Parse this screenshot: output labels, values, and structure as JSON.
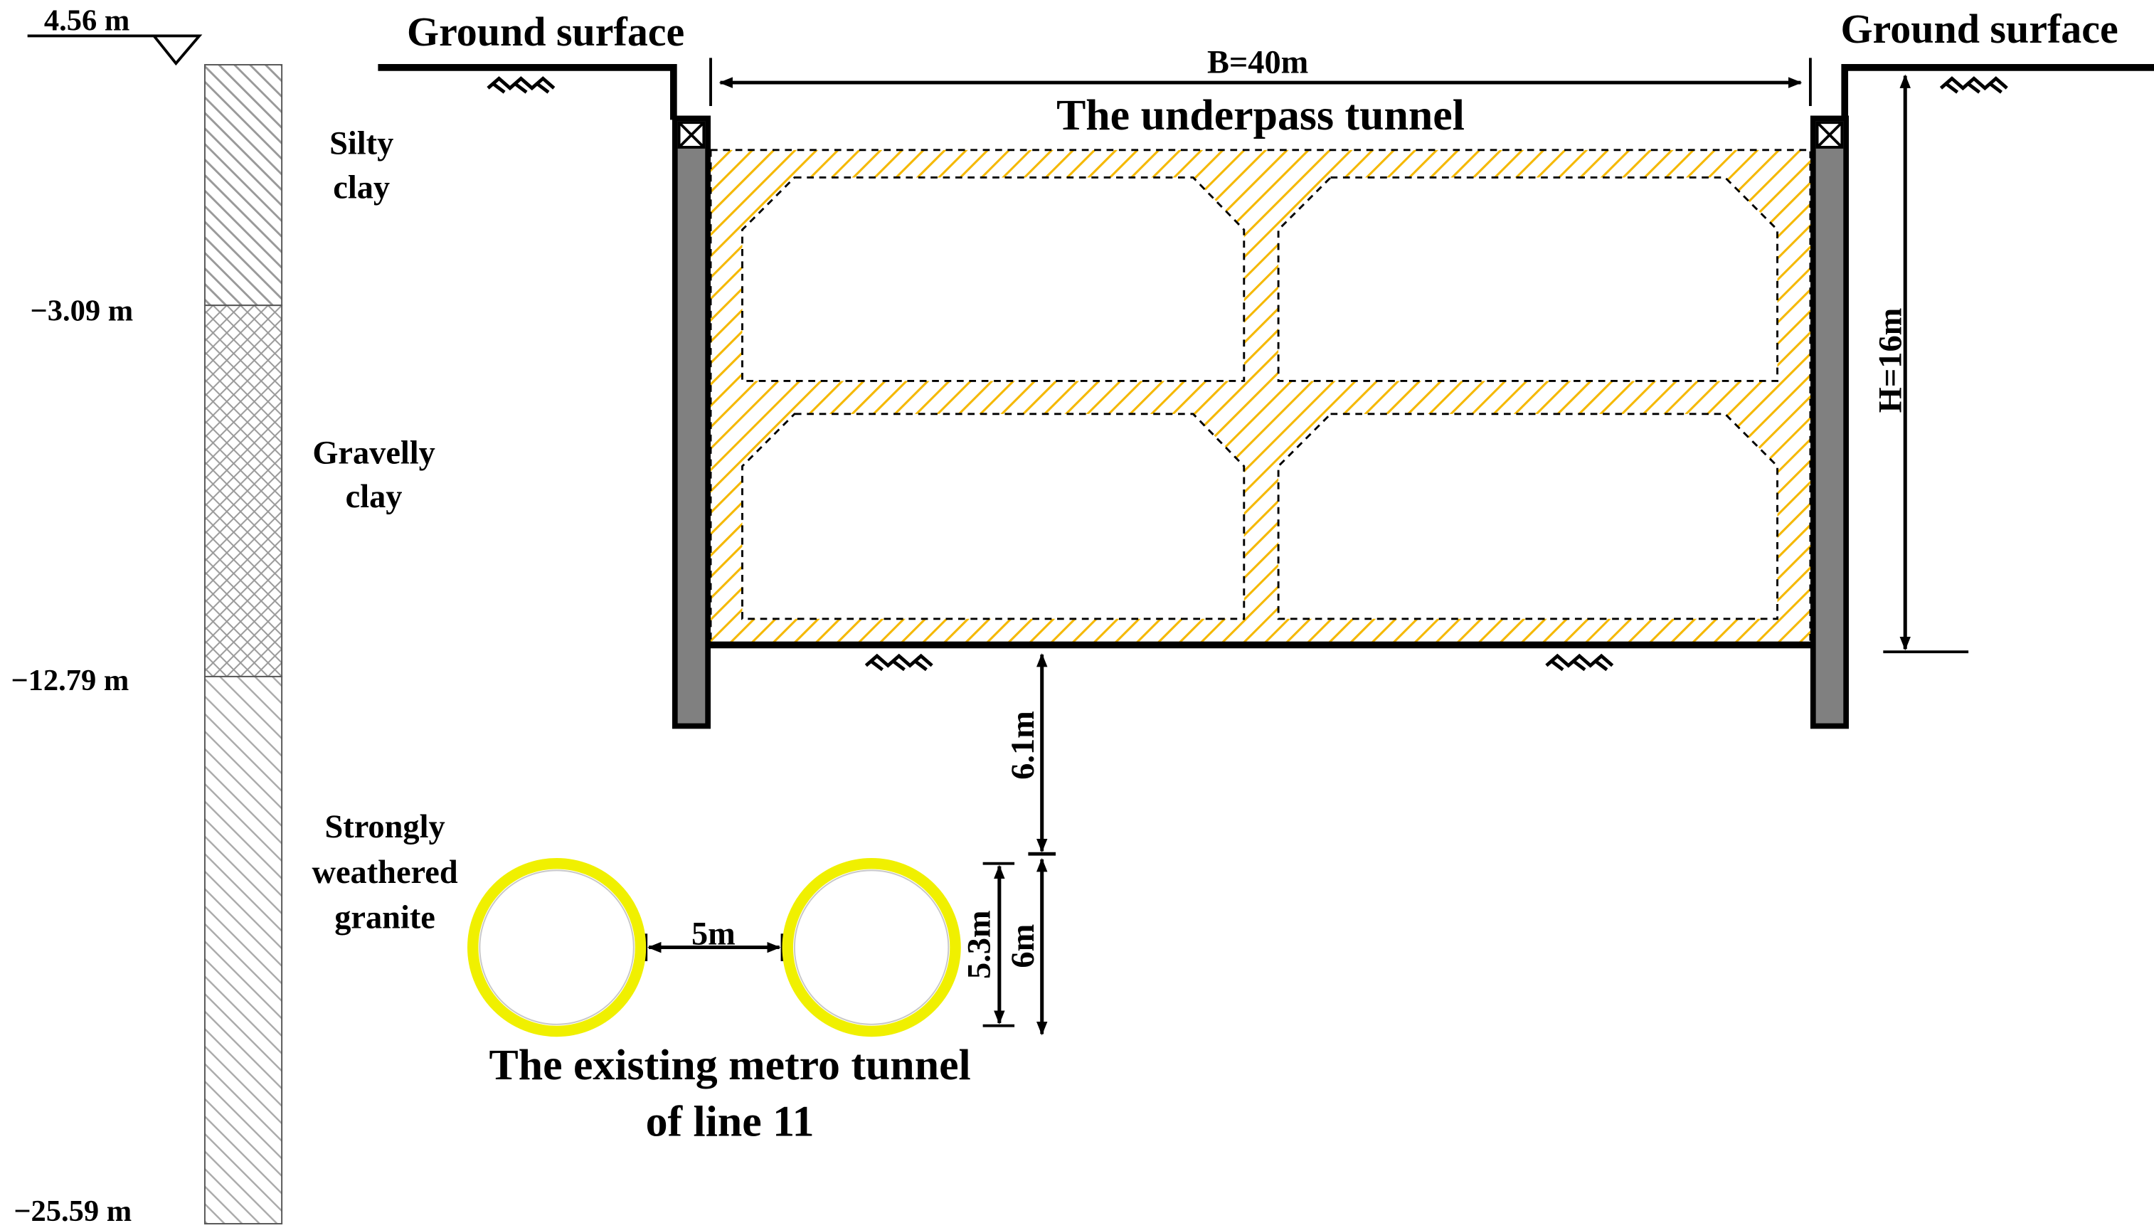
{
  "soil_profile": {
    "top_elevation": "4.56 m",
    "layers": [
      {
        "name_line1": "Silty",
        "name_line2": "clay",
        "bottom_elevation": "−3.09 m"
      },
      {
        "name_line1": "Gravelly",
        "name_line2": "clay",
        "bottom_elevation": "−12.79 m"
      },
      {
        "name_line1": "Strongly",
        "name_line2": "weathered",
        "name_line3": "granite",
        "bottom_elevation": "−25.59 m"
      }
    ]
  },
  "ground": {
    "left_label": "Ground surface",
    "right_label": "Ground surface"
  },
  "underpass": {
    "title": "The underpass tunnel",
    "width_label": "B=40m",
    "height_label": "H=16m"
  },
  "clearance": {
    "vertical_gap_label": "6.1m",
    "tunnel_height_label": "6m",
    "tunnel_diameter_label": "5.3m",
    "tunnel_spacing_label": "5m"
  },
  "metro": {
    "title_line1": "The existing metro tunnel",
    "title_line2": "of line 11"
  },
  "colors": {
    "hatch": "#f5b800",
    "ring": "#f0f000",
    "wall": "#808080",
    "line": "#000000"
  }
}
